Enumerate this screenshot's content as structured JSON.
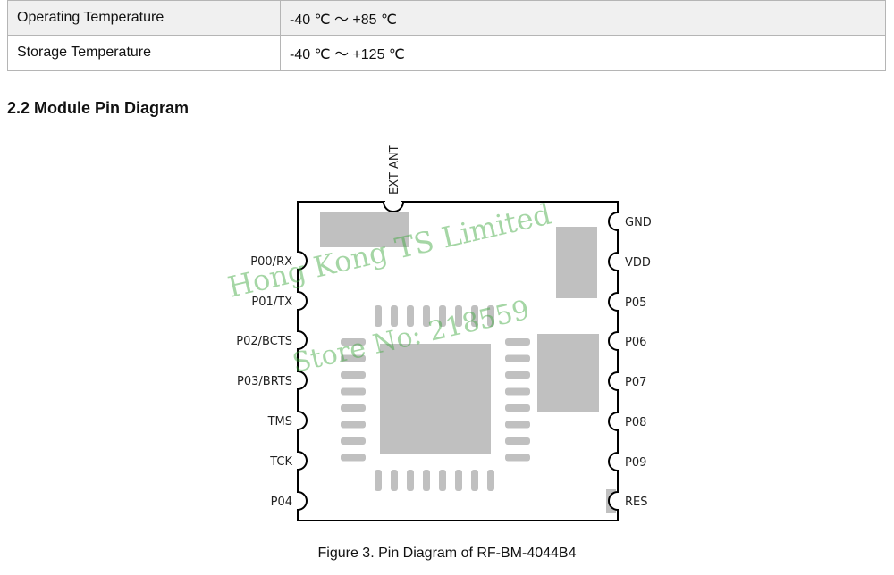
{
  "spec_table": {
    "rows": [
      {
        "parameter": "Operating Temperature",
        "value": "-40 ℃ ～ +85 ℃"
      },
      {
        "parameter": "Storage Temperature",
        "value": "-40 ℃ ～ +125 ℃"
      }
    ]
  },
  "section": {
    "heading": "2.2 Module Pin Diagram"
  },
  "pin_diagram": {
    "top_pin": "EXT ANT",
    "left_pins": [
      "P00/RX",
      "P01/TX",
      "P02/BCTS",
      "P03/BRTS",
      "TMS",
      "TCK",
      "P04"
    ],
    "right_pins": [
      "GND",
      "VDD",
      "P05",
      "P06",
      "P07",
      "P08",
      "P09",
      "RES"
    ],
    "colors": {
      "outline": "#000000",
      "component": "#c0c0c0",
      "watermark": "#3aa63a"
    }
  },
  "watermark": {
    "line1": "Hong Kong TS Limited",
    "line2": "Store No: 218559"
  },
  "figure": {
    "caption": "Figure 3. Pin Diagram of RF-BM-4044B4"
  }
}
